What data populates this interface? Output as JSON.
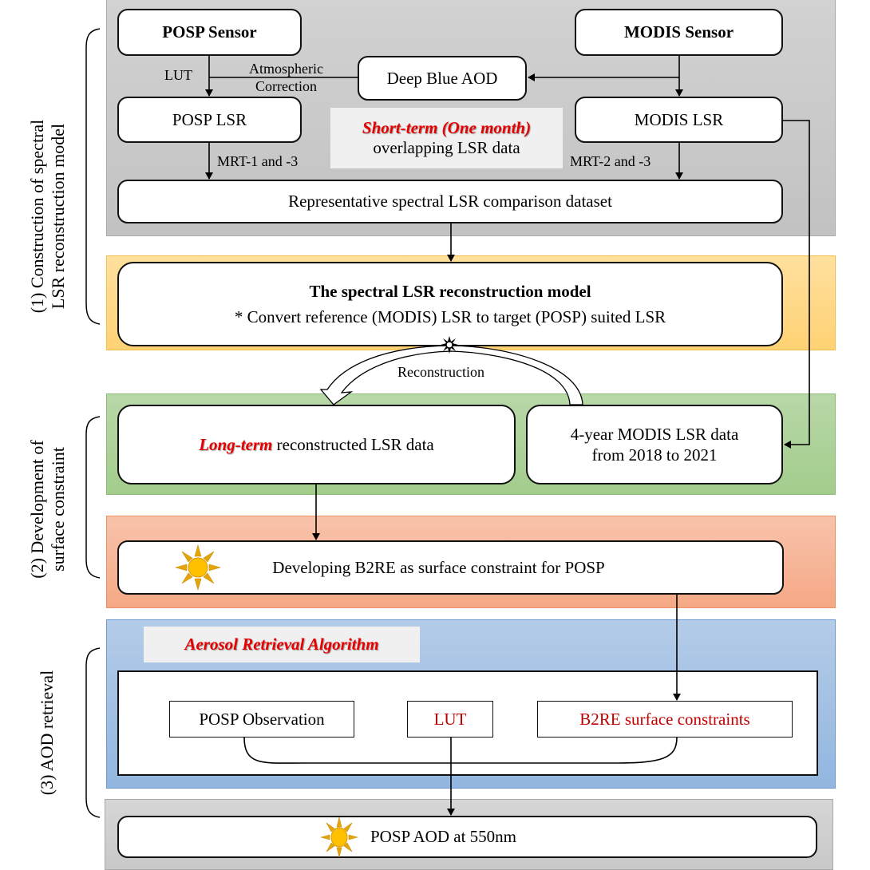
{
  "sections": {
    "section1_label": [
      "(1) Construction of spectral",
      "LSR reconstruction model"
    ],
    "section2_label": [
      "(2) Development of",
      "surface constraint"
    ],
    "section3_label": [
      "(3) AOD retrieval"
    ]
  },
  "stage1": {
    "posp_sensor": "POSP Sensor",
    "modis_sensor": "MODIS Sensor",
    "deep_blue_aod": "Deep Blue AOD",
    "posp_lsr": "POSP LSR",
    "modis_lsr": "MODIS LSR",
    "lut_label": "LUT",
    "atmospheric_correction": [
      "Atmospheric",
      "Correction"
    ],
    "mrt_posp": "MRT-1 and -3",
    "mrt_modis": "MRT-2 and -3",
    "short_term_highlight": "Short-term (One month)",
    "short_term_rest": "overlapping LSR data",
    "comparison_dataset": "Representative spectral LSR comparison dataset"
  },
  "model": {
    "title": "The spectral LSR reconstruction model",
    "subtitle": "* Convert reference (MODIS) LSR to target (POSP) suited LSR",
    "reconstruction_label": "Reconstruction"
  },
  "stage2": {
    "long_term_highlight": "Long-term",
    "long_term_rest": " reconstructed LSR data",
    "modis_4year": [
      "4-year MODIS LSR data",
      "from 2018 to 2021"
    ],
    "b2re_box": "Developing B2RE as surface constraint for POSP"
  },
  "stage3": {
    "algorithm_title": "Aerosol Retrieval Algorithm",
    "posp_observation": "POSP Observation",
    "lut": "LUT",
    "b2re_constraints": "B2RE surface constraints",
    "output": "POSP AOD at 550nm"
  },
  "icons": {
    "sun": "sun-icon",
    "star": "starburst-icon"
  },
  "colors": {
    "highlight_red": "#e60000",
    "constraint_red": "#c00000",
    "sun_fill": "#ffc000",
    "sun_ray": "#e0a800"
  }
}
